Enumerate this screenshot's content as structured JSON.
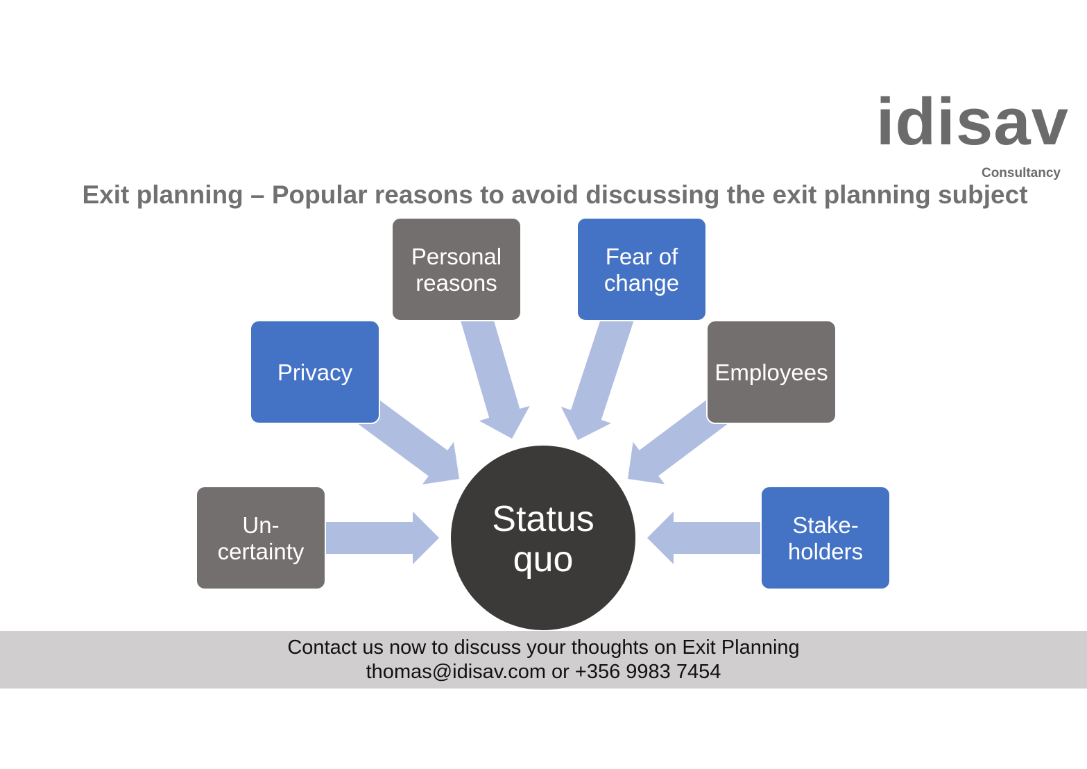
{
  "logo": {
    "name": "idisav",
    "subtitle": "Consultancy"
  },
  "title": "Exit planning – Popular reasons to avoid discussing the exit planning subject",
  "center": {
    "lines": [
      "Status",
      "quo"
    ]
  },
  "reasons": [
    {
      "id": "personal",
      "lines": [
        "Personal",
        "reasons"
      ],
      "color": "#736f6e"
    },
    {
      "id": "fear",
      "lines": [
        "Fear of",
        "change"
      ],
      "color": "#4472c4"
    },
    {
      "id": "privacy",
      "lines": [
        "Privacy"
      ],
      "color": "#4472c4"
    },
    {
      "id": "employees",
      "lines": [
        "Employees"
      ],
      "color": "#736f6e"
    },
    {
      "id": "uncertainty",
      "lines": [
        "Un-",
        "certainty"
      ],
      "color": "#736f6e"
    },
    {
      "id": "stakeholders",
      "lines": [
        "Stake-",
        "holders"
      ],
      "color": "#4472c4"
    }
  ],
  "colors": {
    "arrow": "#afbde0",
    "center": "#3b3a38",
    "footer": "#d0cece"
  },
  "footer": {
    "line1": "Contact us now to discuss your thoughts on Exit Planning",
    "line2": "thomas@idisav.com or +356 9983 7454"
  }
}
